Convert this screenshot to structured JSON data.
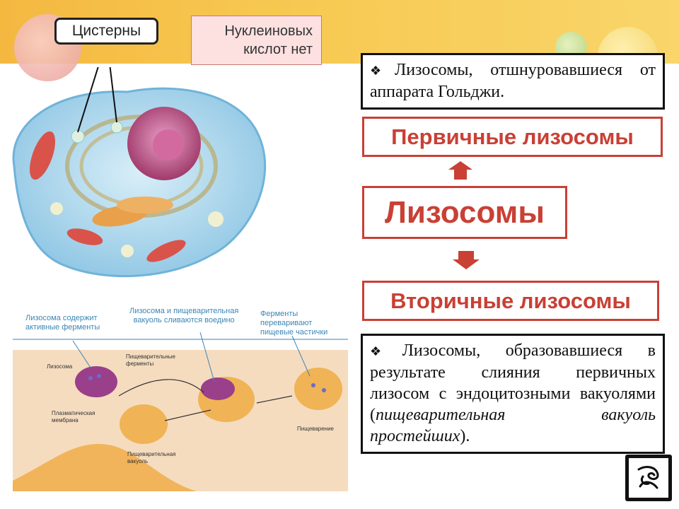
{
  "labels": {
    "cisterns": "Цистерны",
    "nucleic_line1": "Нуклеиновых",
    "nucleic_line2": "кислот нет"
  },
  "definitions": {
    "primary_def": "Лизосомы, отшнуровавшиеся от аппарата Гольджи.",
    "secondary_def_plain": "Лизосомы, образовавшиеся в результате слияния первичных лизосом с эндоцитозными вакуолями (",
    "secondary_def_italic": "пищеварительная вакуоль простейших",
    "secondary_def_end": ")."
  },
  "headings": {
    "primary": "Первичные лизосомы",
    "main": "Лизосомы",
    "secondary": "Вторичные лизосомы"
  },
  "diagram": {
    "caption1_l1": "Лизосома содержит",
    "caption1_l2": "активные ферменты",
    "caption2_l1": "Лизосома и пищеварительная",
    "caption2_l2": "вакуоль сливаются воедино",
    "caption3_l1": "Ферменты",
    "caption3_l2": "переваривают",
    "caption3_l3": "пищевые частички",
    "lysosome": "Лизосома",
    "enzymes_l1": "Пищеварительные",
    "enzymes_l2": "ферменты",
    "membrane_l1": "Плазматическая",
    "membrane_l2": "мембрана",
    "vacuole_l1": "Пищеварительная",
    "vacuole_l2": "вакуоль",
    "digestion": "Пищеварение"
  },
  "colors": {
    "accent_red": "#c94035",
    "caption_blue": "#3a86b6",
    "band": "#f4b841"
  },
  "icons": {
    "bullet": "diamond-bullet-icon",
    "logo": "logo-icon"
  }
}
